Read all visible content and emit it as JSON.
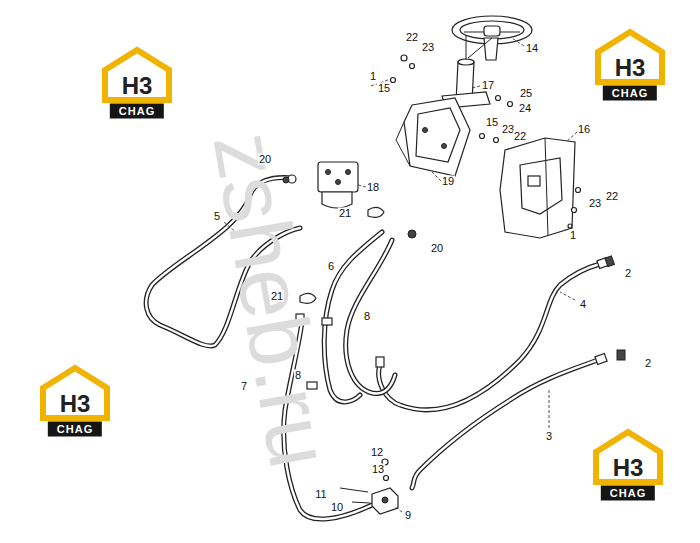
{
  "diagram": {
    "labels": [
      "H3",
      "H3",
      "H3",
      "H3",
      "CHAG",
      "CHAG",
      "CHAG",
      "CHAG",
      "zsheb.ru",
      "22",
      "23",
      "1",
      "15",
      "14",
      "17",
      "25",
      "24",
      "15",
      "23",
      "22",
      "16",
      "20",
      "18",
      "19",
      "22",
      "23",
      "1",
      "21",
      "20",
      "5",
      "6",
      "2",
      "4",
      "21",
      "8",
      "2",
      "8",
      "7",
      "3",
      "12",
      "13",
      "11",
      "10",
      "9"
    ]
  }
}
